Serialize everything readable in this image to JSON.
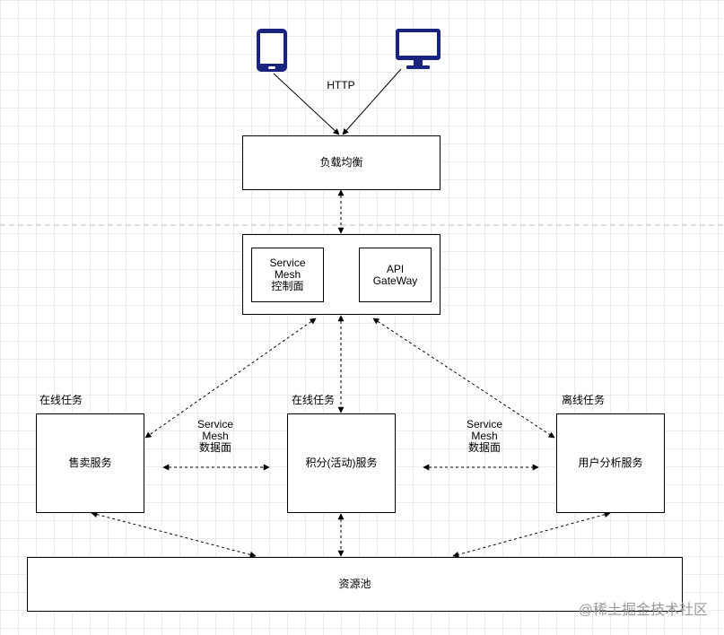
{
  "client_labels": {
    "protocol": "HTTP"
  },
  "gateway_layer": {
    "load_balancer": "负载均衡",
    "control_plane": [
      "Service",
      "Mesh",
      "控制面"
    ],
    "api_gateway": [
      "API",
      "GateWay"
    ]
  },
  "services": {
    "sales": {
      "tag": "在线任务",
      "name": "售卖服务"
    },
    "points": {
      "tag": "在线任务",
      "name": "积分(活动)服务"
    },
    "analytics": {
      "tag": "离线任务",
      "name": "用户分析服务"
    }
  },
  "data_plane_left": [
    "Service",
    "Mesh",
    "数据面"
  ],
  "data_plane_right": [
    "Service",
    "Mesh",
    "数据面"
  ],
  "resource_pool": "资源池",
  "watermark": "@稀土掘金技术社区",
  "colors": {
    "icon": "#1a237e",
    "line": "#000000",
    "grid": "#ebebeb",
    "separator": "#bdbdbd"
  }
}
